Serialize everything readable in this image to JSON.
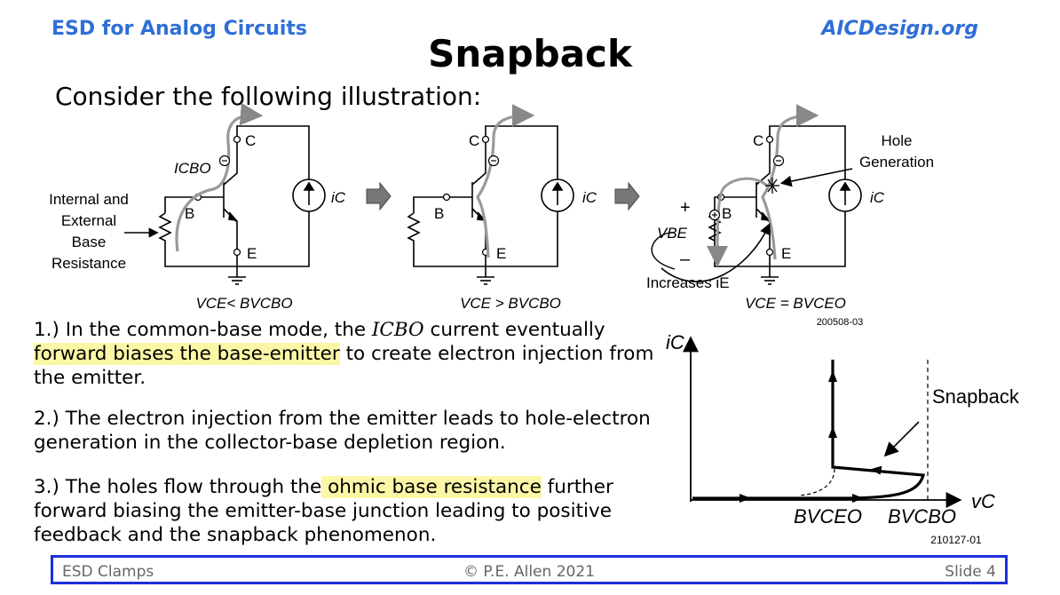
{
  "header": {
    "left": "ESD for Analog Circuits",
    "right": "AICDesign.org",
    "title": "Snapback",
    "subtitle": "Consider the following illustration:"
  },
  "circuit": {
    "label_c": "C",
    "label_b": "B",
    "label_e": "E",
    "current_source": "iC",
    "icbo": "ICBO",
    "base_resistance": [
      "Internal and",
      "External",
      "Base",
      "Resistance"
    ],
    "cond1": "VCE< BVCBO",
    "cond2": "VCE > BVCBO",
    "cond3": "VCE = BVCEO",
    "hole_generation": [
      "Hole",
      "Generation"
    ],
    "vbe": "VBE",
    "increases": "Increases iE",
    "plus": "+",
    "minus": "–",
    "figure_id": "200508-03"
  },
  "graph": {
    "ylabel": "iC",
    "xlabel": "vC",
    "snapback_label": "Snapback",
    "bvceo": "BVCEO",
    "bvcbo": "BVCBO",
    "figure_id": "210127-01"
  },
  "points": {
    "p1": {
      "num": "1.) In the common-base mode, the ",
      "icbo": "ICBO",
      "after": " current eventually",
      "highlight": "forward biases the base-emitter",
      "rest": " to create electron injection from the emitter."
    },
    "p2": "2.) The electron injection from the emitter leads to hole-electron generation in the collector-base depletion region.",
    "p3": {
      "before": "3.) The holes flow through the",
      "highlight": " ohmic base resistance",
      "rest": " further forward biasing the emitter-base junction leading to positive feedback and the snapback phenomenon."
    }
  },
  "footer": {
    "left": "ESD Clamps",
    "center": "© P.E. Allen 2021",
    "right": "Slide 4"
  }
}
